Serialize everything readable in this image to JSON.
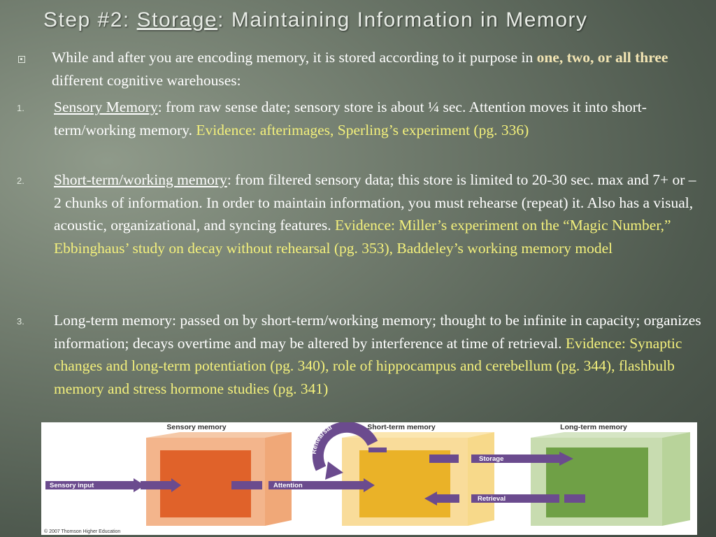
{
  "slide": {
    "title_prefix": "Step #2:  ",
    "title_underlined": "Storage",
    "title_suffix": ": Maintaining Information in Memory"
  },
  "intro": {
    "text_a": "While and after you are encoding memory, it is stored according to it purpose in ",
    "bold": "one, two, or all three",
    "text_b": " different cognitive warehouses:"
  },
  "items": [
    {
      "number": "1.",
      "heading": "Sensory Memory",
      "body": ":  from raw sense date; sensory store is about ¼ sec. Attention moves it into short-term/working memory. ",
      "evidence": "Evidence:  afterimages, Sperling’s experiment (pg. 336)"
    },
    {
      "number": "2.",
      "heading": "Short-term/working memory",
      "body": ": from filtered sensory data; this store is limited to 20-30 sec. max and 7+ or – 2 chunks of information. In order to maintain information, you must rehearse (repeat) it. Also has a visual, acoustic, organizational, and syncing features.  ",
      "evidence": "Evidence: Miller’s experiment on the “Magic Number,” Ebbinghaus’ study on decay without rehearsal (pg. 353), Baddeley’s working memory model"
    },
    {
      "number": "3.",
      "heading": "",
      "body": "Long-term memory:  passed on by short-term/working memory; thought to be infinite in capacity; organizes information; decays overtime and may be altered by interference at time of retrieval. ",
      "evidence": "Evidence:  Synaptic changes and long-term potentiation (pg. 340),  role of hippocampus and cerebellum (pg. 344), flashbulb memory and stress hormone studies (pg. 341)"
    }
  ],
  "diagram": {
    "label_sensory": "Sensory memory",
    "label_short": "Short-term memory",
    "label_long": "Long-term memory",
    "arrow_input": "Sensory input",
    "arrow_attention": "Attention",
    "arrow_rehearsal": "Rehearsal",
    "arrow_storage": "Storage",
    "arrow_retrieval": "Retrieval",
    "copyright": "© 2007 Thomson Higher Education",
    "colors": {
      "sensory_front": "#e0622a",
      "sensory_box": "#f0a878",
      "short_front": "#eab228",
      "short_box": "#f7d98a",
      "long_front": "#6fa046",
      "long_box": "#b8d39a",
      "arrow": "#6b4b8e"
    }
  }
}
